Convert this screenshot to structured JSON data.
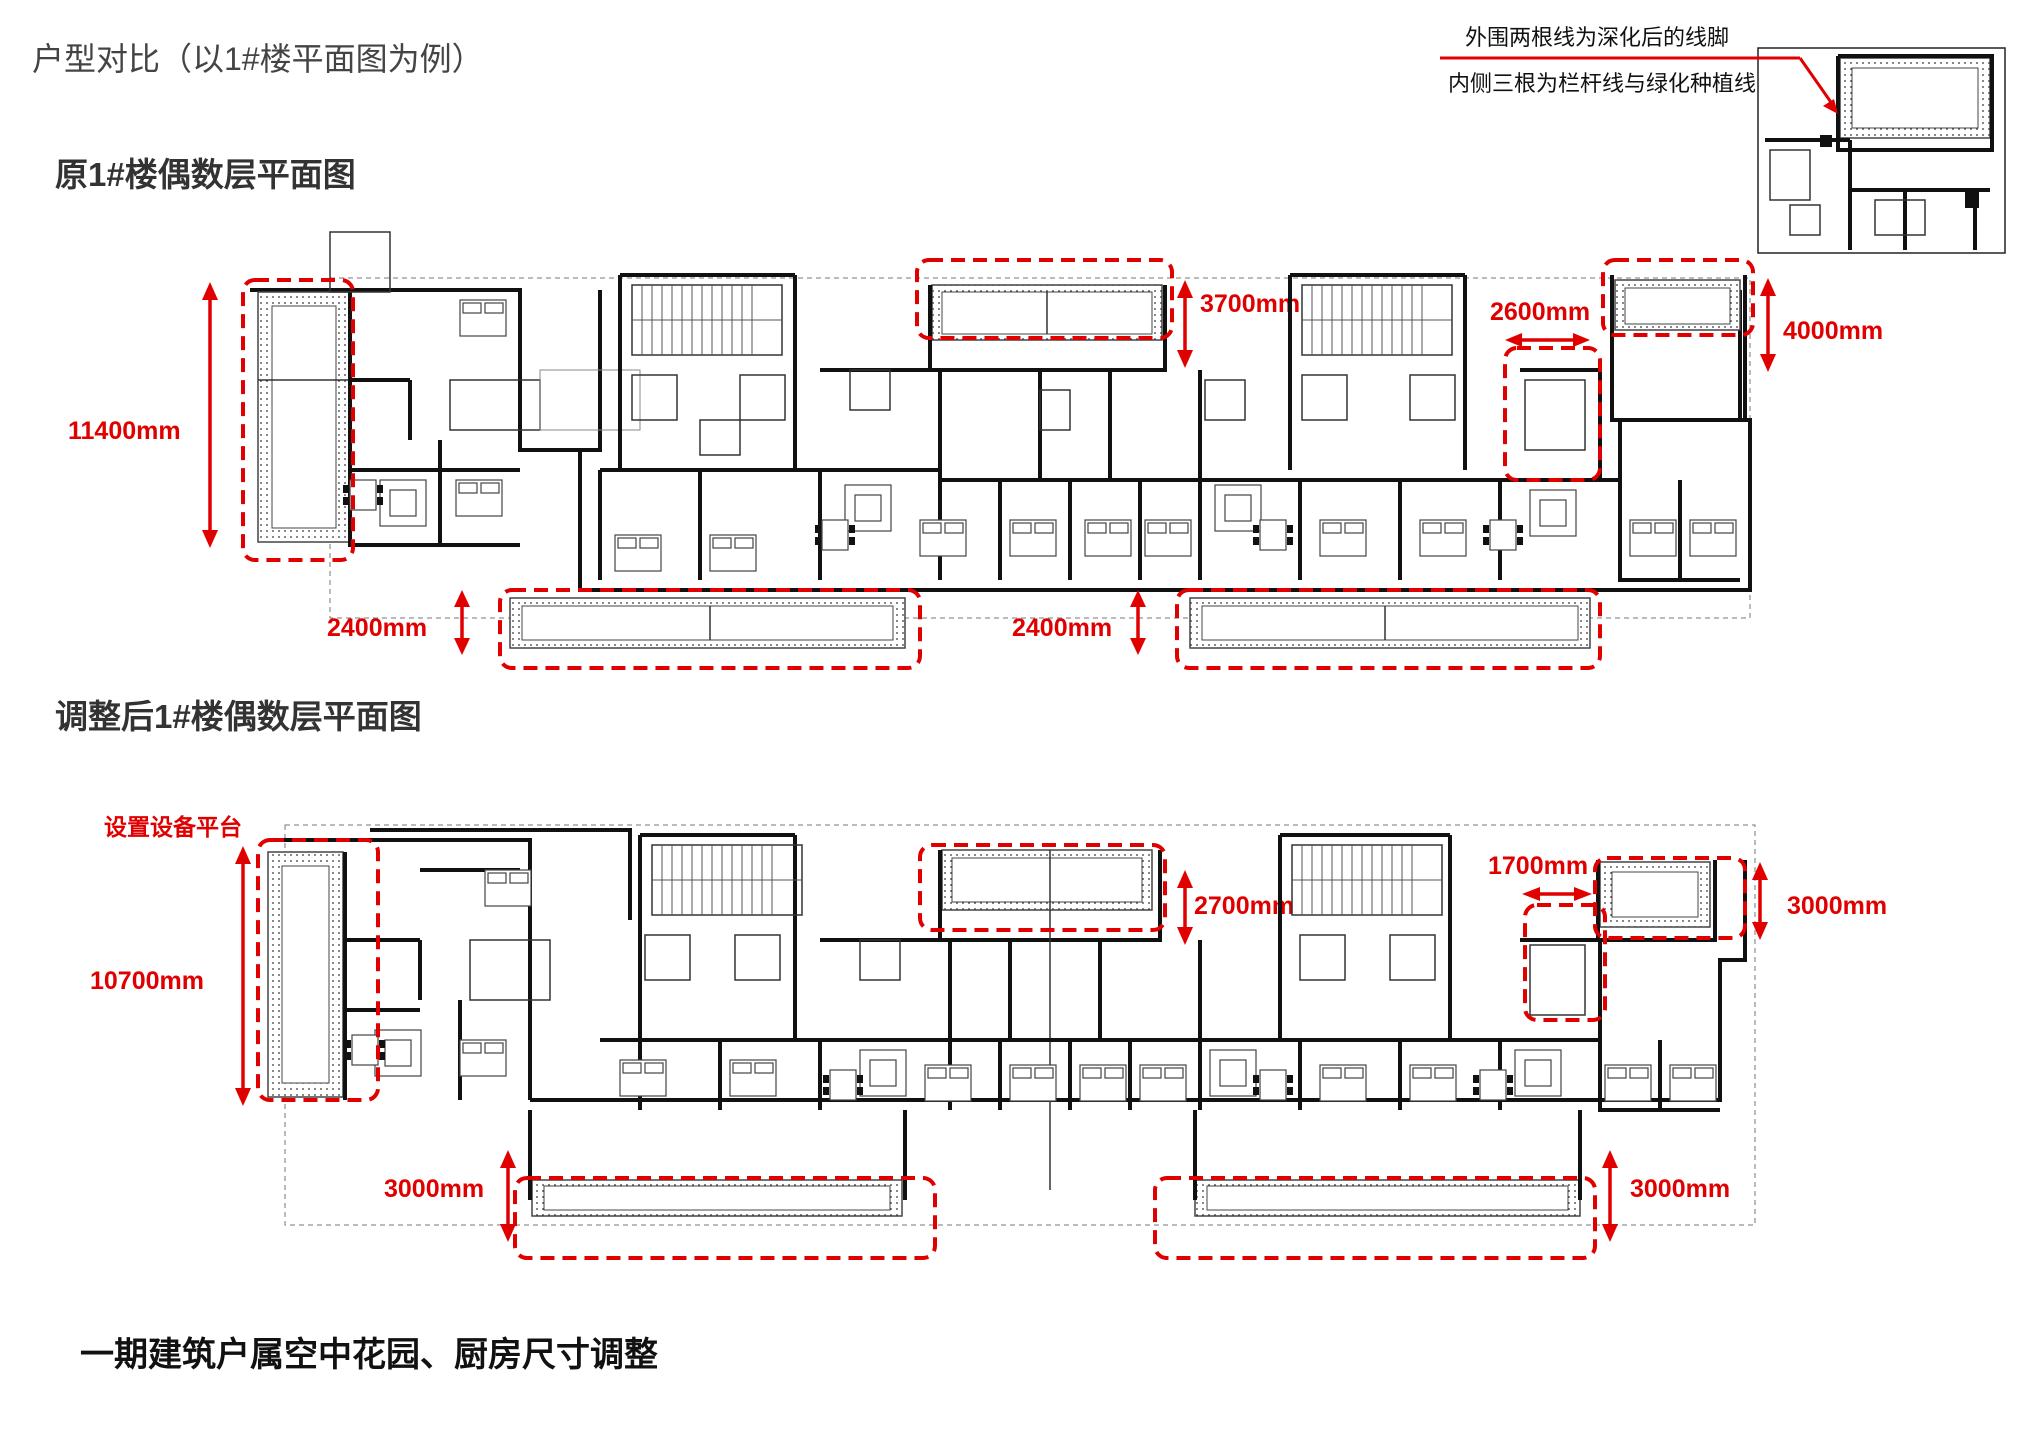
{
  "page_title": "户型对比（以1#楼平面图为例）",
  "section_original": "原1#楼偶数层平面图",
  "section_adjusted": "调整后1#楼偶数层平面图",
  "caption": "一期建筑户属空中花园、厨房尺寸调整",
  "legend_note": {
    "line1": "外围两根线为深化后的线脚",
    "line2": "内侧三根为栏杆线与绿化种植线"
  },
  "original_dims": {
    "left_height": "11400mm",
    "top_garden": "3700mm",
    "kitchen": "2600mm",
    "right_garden": "4000mm",
    "bottom_left": "2400mm",
    "bottom_right": "2400mm"
  },
  "adjusted_dims": {
    "equipment_platform": "设置设备平台",
    "left_height": "10700mm",
    "top_garden": "2700mm",
    "kitchen": "1700mm",
    "right_garden": "3000mm",
    "bottom_left": "3000mm",
    "bottom_right": "3000mm"
  },
  "colors": {
    "annotation_red": "#e00000",
    "wall": "#111111"
  }
}
